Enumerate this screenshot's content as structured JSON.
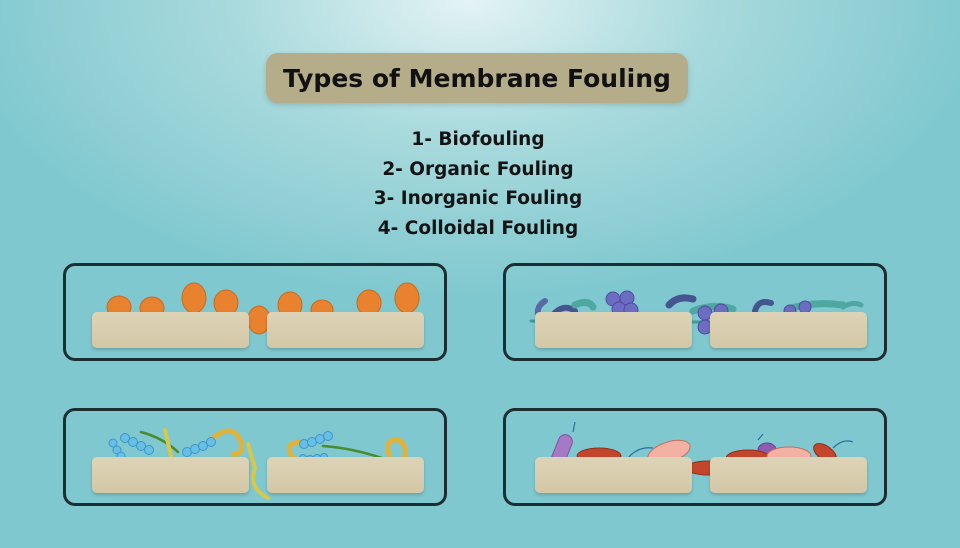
{
  "title": "Types of Membrane Fouling",
  "fouling_types": [
    "1- Biofouling",
    "2- Organic Fouling",
    "3- Inorganic Fouling",
    "4- Colloidal Fouling"
  ],
  "colors": {
    "background": "#7cc7ce",
    "title_box": "#b5ad89",
    "membrane": "#d8cdae",
    "panel_border": "#1d2e33"
  }
}
